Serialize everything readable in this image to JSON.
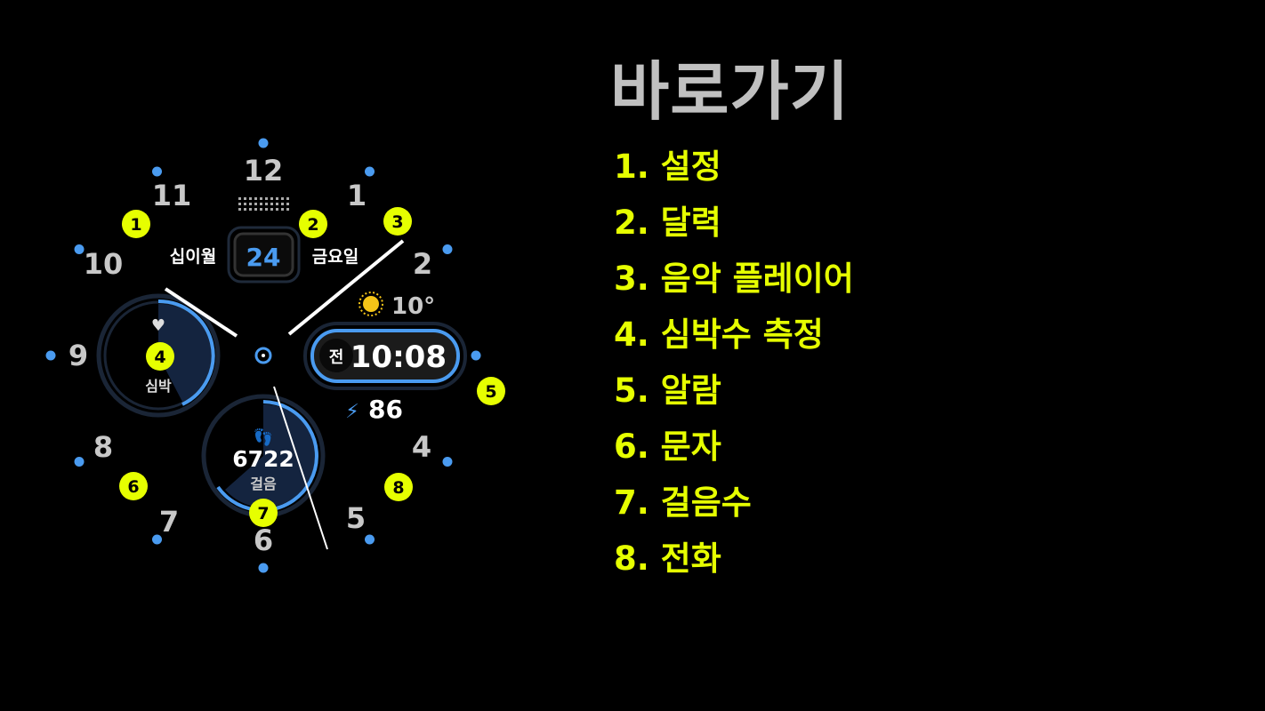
{
  "watch": {
    "numerals": [
      "12",
      "1",
      "2",
      "3",
      "4",
      "5",
      "6",
      "7",
      "8",
      "9",
      "10",
      "11"
    ],
    "month": "십이월",
    "day_number": "24",
    "weekday": "금요일",
    "weather_temp": "10°",
    "alarm_ampm": "전",
    "alarm_time": "10:08",
    "battery": "86",
    "heart_label": "심박",
    "steps_value": "6722",
    "steps_label": "걸음",
    "markers": [
      "1",
      "2",
      "3",
      "4",
      "5",
      "6",
      "7",
      "8"
    ],
    "colors": {
      "accent": "#4a9bf0",
      "marker": "#e6ff00",
      "numeral": "#c8c8c8"
    }
  },
  "shortcuts": {
    "title": "바로가기",
    "items": [
      "1. 설정",
      "2. 달력",
      "3. 음악 플레이어",
      "4. 심박수 측정",
      "5. 알람",
      "6. 문자",
      "7. 걸음수",
      "8. 전화"
    ]
  }
}
